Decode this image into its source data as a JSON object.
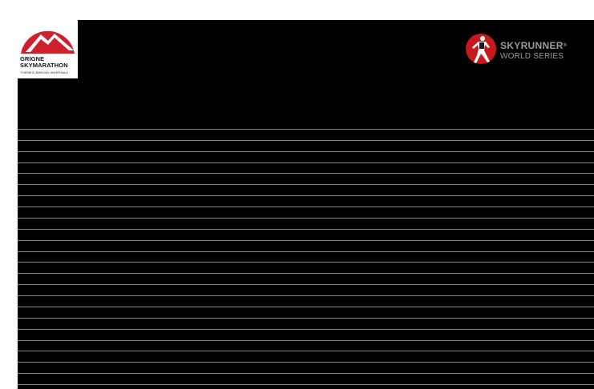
{
  "logos": {
    "grigne": {
      "line1": "GRIGNE",
      "line2": "SKYMARATHON",
      "tagline": "TORNEO BARONI INVERNALI"
    },
    "skyrunner": {
      "line1": "SKYRUNNER",
      "registered": "®",
      "line2": "WORLD SERIES"
    }
  },
  "colors": {
    "sheet": "#000000",
    "rules": "#8a8a8a",
    "grigne_red": "#d0202b",
    "skyrunner_red": "#c8181e",
    "skyrunner_text": "#9a9a9a"
  },
  "table": {
    "rows": 24
  }
}
